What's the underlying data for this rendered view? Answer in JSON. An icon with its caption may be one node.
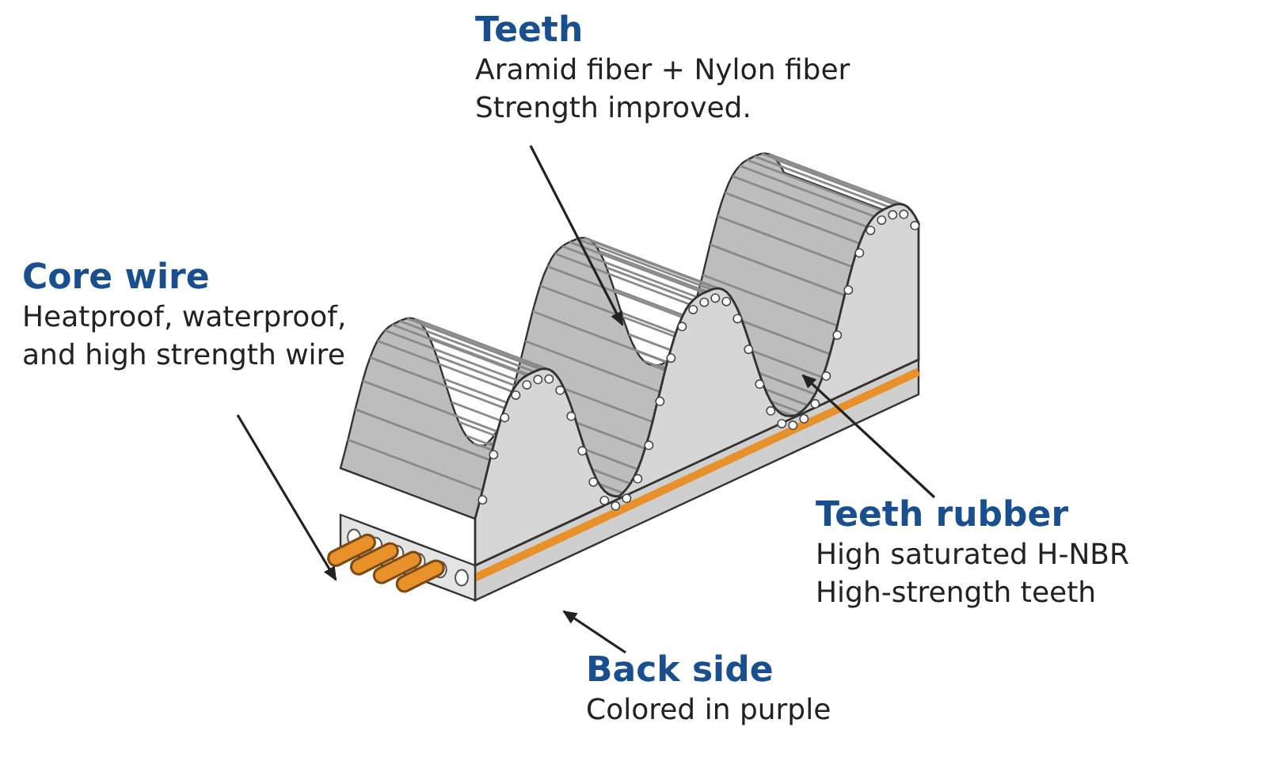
{
  "diagram": {
    "nodes": [
      {
        "text": [
          "Teeth",
          "Aramid fiber + Nylon fiber Strength improved."
        ]
      },
      {
        "text": [
          "Core wire",
          "Heatproof, waterproof, and high strength wire"
        ]
      },
      {
        "text": [
          "Teeth rubber",
          "High saturated H-NBR High-strength teeth"
        ]
      },
      {
        "text": [
          "Back side",
          "Colored in purple"
        ]
      }
    ],
    "edges": [
      {
        "from": 0,
        "to": null,
        "arrow": "to"
      },
      {
        "from": 1,
        "to": null,
        "arrow": "to"
      },
      {
        "from": 2,
        "to": null,
        "arrow": "to"
      },
      {
        "from": 3,
        "to": null,
        "arrow": "to"
      }
    ]
  }
}
